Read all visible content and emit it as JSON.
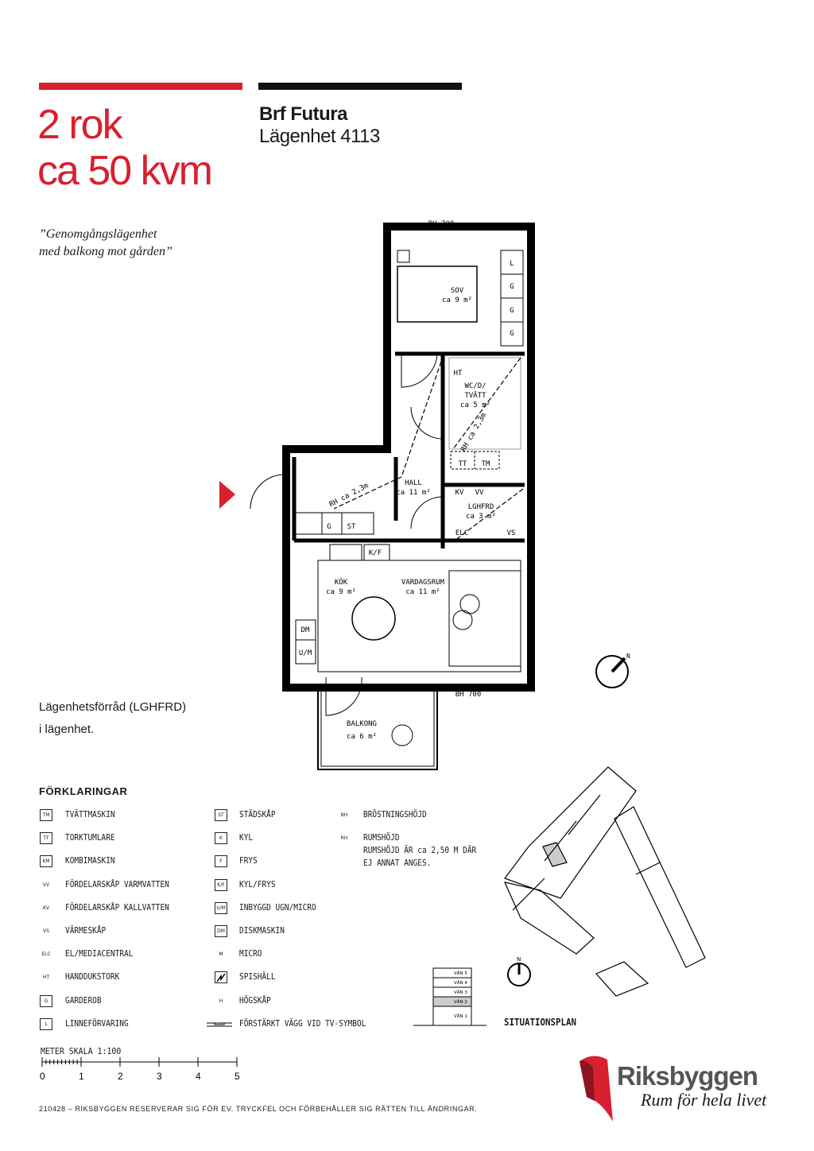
{
  "header": {
    "rooms": "2 rok",
    "area": "ca 50 kvm",
    "project": "Brf Futura",
    "apartment": "Lägenhet 4113"
  },
  "quote": {
    "line1": "”Genomgångslägenhet",
    "line2": "med balkong mot gården”"
  },
  "storage_note": {
    "line1": "Lägenhetsförråd (LGHFRD)",
    "line2": "i lägenhet."
  },
  "plan": {
    "bh_top": "BH 700",
    "bh_bottom": "BH 700",
    "sov": "SOV",
    "sov_area": "ca 9 m²",
    "wc": "WC/D/",
    "wc2": "TVÄTT",
    "wc_area": "ca 5 m²",
    "hall": "HALL",
    "hall_area": "ca 11 m²",
    "lghfrd": "LGHFRD",
    "lghfrd_area": "ca 3 m²",
    "kok": "KÖK",
    "kok_area": "ca 9 m²",
    "vardagsrum": "VARDAGSRUM",
    "vardagsrum_area": "ca 11 m²",
    "balkong": "BALKONG",
    "balkong_area": "ca 6 m²",
    "rh1": "RH ca 2,3m",
    "rh2": "RH ca 2,3m",
    "ht": "HT",
    "tt": "TT",
    "tm": "TM",
    "kv": "KV",
    "vv": "VV",
    "elc": "ELC",
    "vs": "VS",
    "g": "G",
    "st": "ST",
    "kf": "K/F",
    "dm": "DM",
    "um": "U/M",
    "l": "L",
    "north": "N"
  },
  "legend": {
    "title": "FÖRKLARINGAR",
    "col1": [
      {
        "icon": "TM",
        "boxed": true,
        "label": "TVÄTTMASKIN"
      },
      {
        "icon": "TT",
        "boxed": true,
        "label": "TORKTUMLARE"
      },
      {
        "icon": "KM",
        "boxed": true,
        "label": "KOMBIMASKIN"
      },
      {
        "icon": "VV",
        "boxed": false,
        "label": "FÖRDELARSKÅP VARMVATTEN"
      },
      {
        "icon": "KV",
        "boxed": false,
        "label": "FÖRDELARSKÅP KALLVATTEN"
      },
      {
        "icon": "VS",
        "boxed": false,
        "label": "VÄRMESKÅP"
      },
      {
        "icon": "ELC",
        "boxed": false,
        "label": "EL/MEDIACENTRAL"
      },
      {
        "icon": "HT",
        "boxed": false,
        "label": "HANDDUKSTORK"
      },
      {
        "icon": "G",
        "boxed": true,
        "label": "GARDEROB"
      },
      {
        "icon": "L",
        "boxed": true,
        "label": "LINNEFÖRVARING"
      }
    ],
    "col2": [
      {
        "icon": "ST",
        "boxed": true,
        "label": "STÄDSKÅP"
      },
      {
        "icon": "K",
        "boxed": true,
        "label": "KYL"
      },
      {
        "icon": "F",
        "boxed": true,
        "label": "FRYS"
      },
      {
        "icon": "K/F",
        "boxed": true,
        "label": "KYL/FRYS"
      },
      {
        "icon": "U/M",
        "boxed": true,
        "label": "INBYGGD UGN/MICRO"
      },
      {
        "icon": "DM",
        "boxed": true,
        "label": "DISKMASKIN"
      },
      {
        "icon": "M",
        "boxed": false,
        "label": "MICRO"
      },
      {
        "icon": "",
        "boxed": true,
        "label": "SPISHÄLL"
      },
      {
        "icon": "H",
        "boxed": false,
        "label": "HÖGSKÅP"
      },
      {
        "icon": "",
        "boxed": false,
        "label": "FÖRSTÄRKT VÄGG VID TV-SYMBOL"
      }
    ],
    "col3": [
      {
        "icon": "BH",
        "label": "BRÖSTNINGSHÖJD"
      },
      {
        "icon": "RH",
        "label": "RUMSHÖJD"
      }
    ],
    "rh_note1": "RUMSHÖJD ÄR ca 2,50 M DÄR",
    "rh_note2": "EJ ANNAT ANGES."
  },
  "floors": [
    "VÅN 5",
    "VÅN 4",
    "VÅN 3",
    "VÅN 2",
    "VÅN 1"
  ],
  "current_floor": "VÅN 2",
  "site_plan_label": "SITUATIONSPLAN",
  "scale": {
    "label": "METER  SKALA 1:100",
    "ticks": [
      "0",
      "1",
      "2",
      "3",
      "4",
      "5"
    ]
  },
  "footer": "210428 – RIKSBYGGEN RESERVERAR SIG FÖR EV. TRYCKFEL OCH FÖRBEHÅLLER SIG RÄTTEN TILL ÄNDRINGAR.",
  "logo": {
    "name": "Riksbyggen",
    "slogan": "Rum för hela livet"
  },
  "colors": {
    "brand_red": "#d9202f"
  }
}
